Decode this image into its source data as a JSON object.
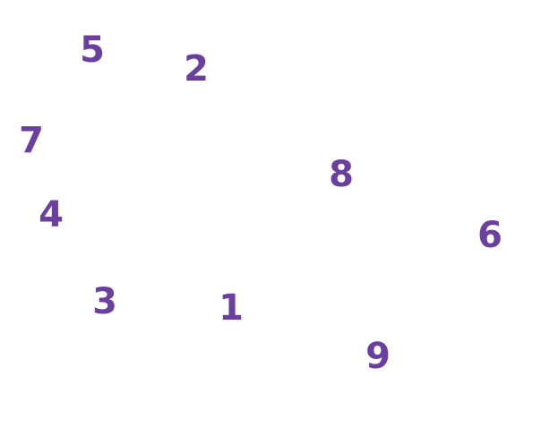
{
  "color": "#6a3f9d",
  "numbers": [
    "5",
    "2",
    "7",
    "4",
    "8",
    "6",
    "3",
    "1",
    "9"
  ]
}
